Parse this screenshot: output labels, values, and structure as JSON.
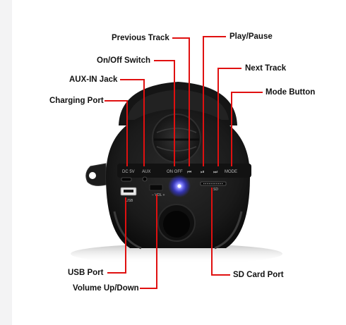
{
  "labels": {
    "previous_track": "Previous Track",
    "play_pause": "Play/Pause",
    "on_off_switch": "On/Off Switch",
    "next_track": "Next Track",
    "aux_in_jack": "AUX-IN Jack",
    "mode_button": "Mode Button",
    "charging_port": "Charging Port",
    "usb_port": "USB Port",
    "sd_card_port": "SD Card Port",
    "volume_up_down": "Volume Up/Down"
  },
  "panel_text": {
    "dc_5v": "DC 5V",
    "aux": "AUX",
    "on_off": "ON OFF",
    "prev_symbol": "⏮",
    "play_symbol": "⏯",
    "next_symbol": "⏭",
    "mode": "MODE",
    "usb": "USB",
    "vol": "− VOL +",
    "sd": "SD"
  },
  "colors": {
    "leader_line": "#e01010",
    "speaker_body": "#1b1b1b",
    "led": "#3b3bff"
  }
}
